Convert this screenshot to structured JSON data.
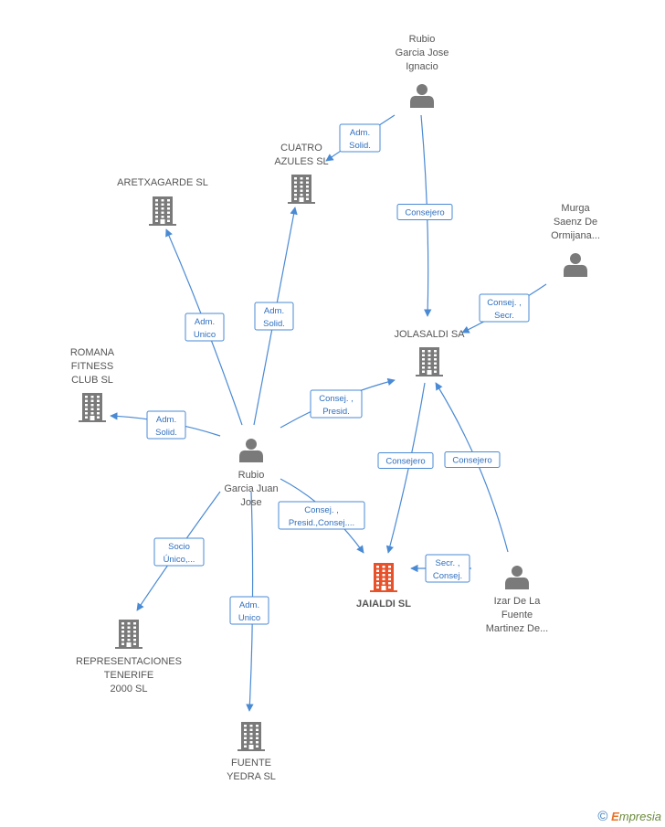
{
  "colors": {
    "edge": "#4a8ad4",
    "node": "#7a7a7a",
    "main_node": "#e8522a"
  },
  "nodes": [
    {
      "id": "rubio_ignacio",
      "kind": "person",
      "lines": [
        "Rubio",
        "Garcia Jose",
        "Ignacio"
      ]
    },
    {
      "id": "cuatro",
      "kind": "company",
      "lines": [
        "CUATRO",
        "AZULES SL"
      ]
    },
    {
      "id": "aretxagarde",
      "kind": "company",
      "lines": [
        "ARETXAGARDE SL"
      ]
    },
    {
      "id": "murga",
      "kind": "person",
      "lines": [
        "Murga",
        "Saenz De",
        "Ormijana..."
      ]
    },
    {
      "id": "jolasaldi",
      "kind": "company",
      "lines": [
        "JOLASALDI SA"
      ]
    },
    {
      "id": "romana",
      "kind": "company",
      "lines": [
        "ROMANA",
        "FITNESS",
        "CLUB SL"
      ]
    },
    {
      "id": "rubio_juan",
      "kind": "person",
      "lines": [
        "Rubio",
        "Garcia Juan",
        "Jose"
      ]
    },
    {
      "id": "jaialdi",
      "kind": "main",
      "lines": [
        "JAIALDI SL"
      ]
    },
    {
      "id": "izar",
      "kind": "person",
      "lines": [
        "Izar De La",
        "Fuente",
        "Martinez De..."
      ]
    },
    {
      "id": "representaciones",
      "kind": "company",
      "lines": [
        "REPRESENTACIONES",
        "TENERIFE",
        "2000 SL"
      ]
    },
    {
      "id": "fuente",
      "kind": "company",
      "lines": [
        "FUENTE",
        "YEDRA SL"
      ]
    }
  ],
  "edges": [
    {
      "from": "rubio_ignacio",
      "to": "cuatro",
      "label": [
        "Adm.",
        "Solid."
      ]
    },
    {
      "from": "rubio_ignacio",
      "to": "jolasaldi",
      "label": [
        "Consejero"
      ]
    },
    {
      "from": "murga",
      "to": "jolasaldi",
      "label": [
        "Consej. ,",
        "Secr."
      ]
    },
    {
      "from": "rubio_juan",
      "to": "aretxagarde",
      "label": [
        "Adm.",
        "Unico"
      ]
    },
    {
      "from": "rubio_juan",
      "to": "cuatro",
      "label": [
        "Adm.",
        "Solid."
      ]
    },
    {
      "from": "rubio_juan",
      "to": "romana",
      "label": [
        "Adm.",
        "Solid."
      ]
    },
    {
      "from": "rubio_juan",
      "to": "jolasaldi",
      "label": [
        "Consej. ,",
        "Presid."
      ]
    },
    {
      "from": "rubio_juan",
      "to": "jaialdi",
      "label": [
        "Consej. ,",
        "Presid.,Consej...."
      ]
    },
    {
      "from": "rubio_juan",
      "to": "representaciones",
      "label": [
        "Socio",
        "Único,..."
      ]
    },
    {
      "from": "rubio_juan",
      "to": "fuente",
      "label": [
        "Adm.",
        "Unico"
      ]
    },
    {
      "from": "jolasaldi",
      "to": "jaialdi",
      "label": [
        "Consejero"
      ]
    },
    {
      "from": "izar",
      "to": "jolasaldi",
      "label": [
        "Consejero"
      ]
    },
    {
      "from": "izar",
      "to": "jaialdi",
      "label": [
        "Secr. ,",
        "Consej."
      ]
    }
  ],
  "footer": {
    "copyright": "©",
    "brand_initial": "E",
    "brand_rest": "mpresia"
  }
}
